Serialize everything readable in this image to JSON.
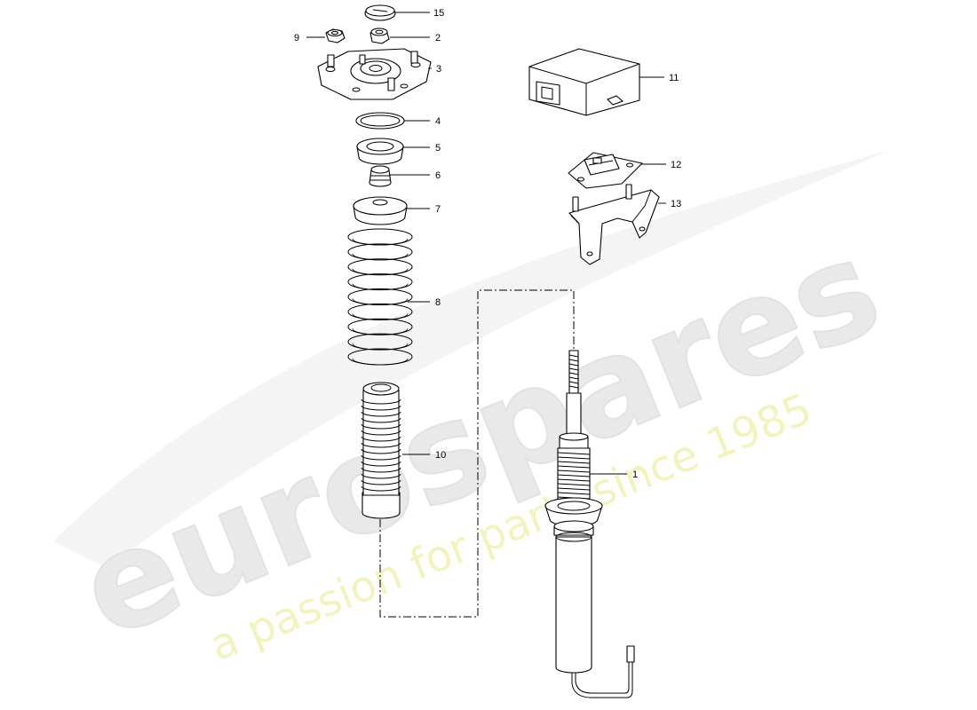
{
  "watermark": {
    "brand": "eurospares",
    "tagline": "a passion for parts since 1985",
    "brand_color": "#e9e9e9",
    "tagline_color": "#f3f3c0"
  },
  "callouts": [
    {
      "id": "15",
      "label": "15"
    },
    {
      "id": "2",
      "label": "2"
    },
    {
      "id": "9",
      "label": "9"
    },
    {
      "id": "3",
      "label": "3"
    },
    {
      "id": "4",
      "label": "4"
    },
    {
      "id": "5",
      "label": "5"
    },
    {
      "id": "6",
      "label": "6"
    },
    {
      "id": "7",
      "label": "7"
    },
    {
      "id": "8",
      "label": "8"
    },
    {
      "id": "10",
      "label": "10"
    },
    {
      "id": "1",
      "label": "1"
    },
    {
      "id": "11",
      "label": "11"
    },
    {
      "id": "12",
      "label": "12"
    },
    {
      "id": "13",
      "label": "13"
    }
  ]
}
